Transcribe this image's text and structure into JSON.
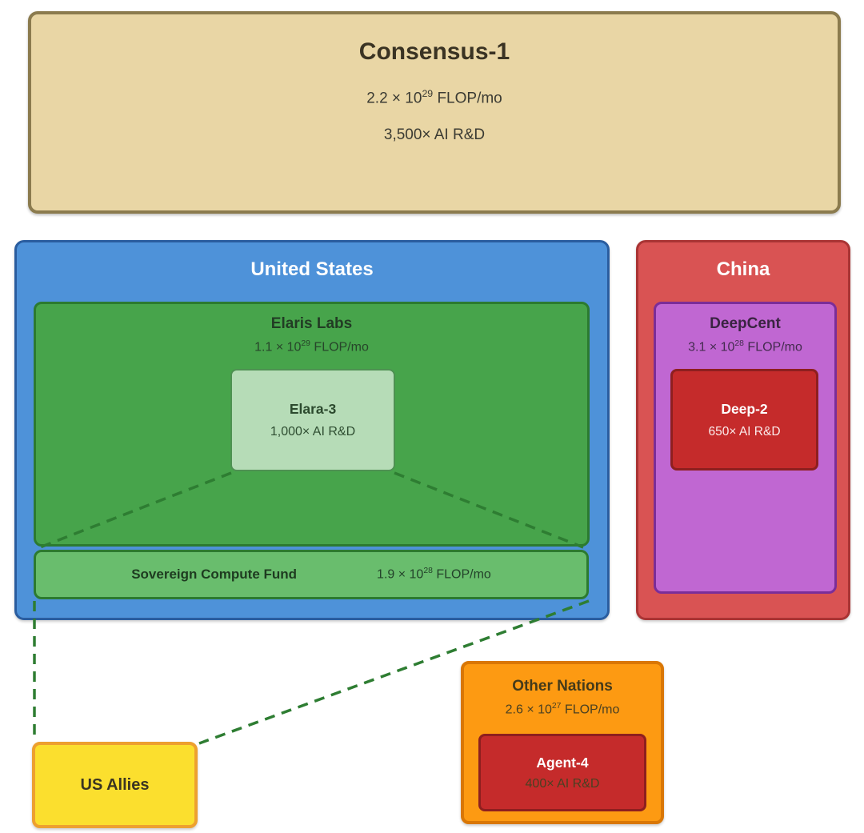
{
  "colors": {
    "consensus_fill": "#e9d6a5",
    "consensus_border": "#8b7b4e",
    "united_states_fill": "#4e92d9",
    "united_states_border": "#2a5d9f",
    "elaris_labs_fill": "#47a44b",
    "elaris_labs_border": "#2c7a30",
    "elara_3_fill": "#b6dcb7",
    "sovereign_compute_fund_fill": "#69bd6d",
    "china_fill": "#d95353",
    "china_border": "#a93434",
    "deepcent_fill": "#c067d2",
    "deepcent_border": "#7b2d98",
    "model_red_fill": "#c52b2b",
    "model_red_border": "#8e1f1f",
    "other_nations_fill": "#fd9a12",
    "other_nations_border": "#d97706",
    "us_allies_fill": "#fbdf2e",
    "us_allies_border": "#eda02f",
    "connector_green": "#2e7d32"
  },
  "consensus": {
    "title": "Consensus-1",
    "flop": {
      "prefix": "2.2 × 10",
      "exp": "29",
      "suffix": " FLOP/mo"
    },
    "rd": "3,500× AI R&D"
  },
  "united_states": {
    "title": "United States",
    "elaris_labs": {
      "title": "Elaris Labs",
      "flop": {
        "prefix": "1.1 × 10",
        "exp": "29",
        "suffix": " FLOP/mo"
      },
      "elara_3": {
        "title": "Elara-3",
        "rd": "1,000× AI R&D"
      }
    },
    "sovereign_compute_fund": {
      "title": "Sovereign Compute Fund",
      "flop": {
        "prefix": "1.9 × 10",
        "exp": "28",
        "suffix": " FLOP/mo"
      }
    }
  },
  "china": {
    "title": "China",
    "deepcent": {
      "title": "DeepCent",
      "flop": {
        "prefix": "3.1 × 10",
        "exp": "28",
        "suffix": " FLOP/mo"
      },
      "deep_2": {
        "title": "Deep-2",
        "rd": "650× AI R&D"
      }
    }
  },
  "other_nations": {
    "title": "Other Nations",
    "flop": {
      "prefix": "2.6 × 10",
      "exp": "27",
      "suffix": " FLOP/mo"
    },
    "agent_4": {
      "title": "Agent-4",
      "rd": "400× AI R&D"
    }
  },
  "us_allies": {
    "title": "US Allies"
  }
}
